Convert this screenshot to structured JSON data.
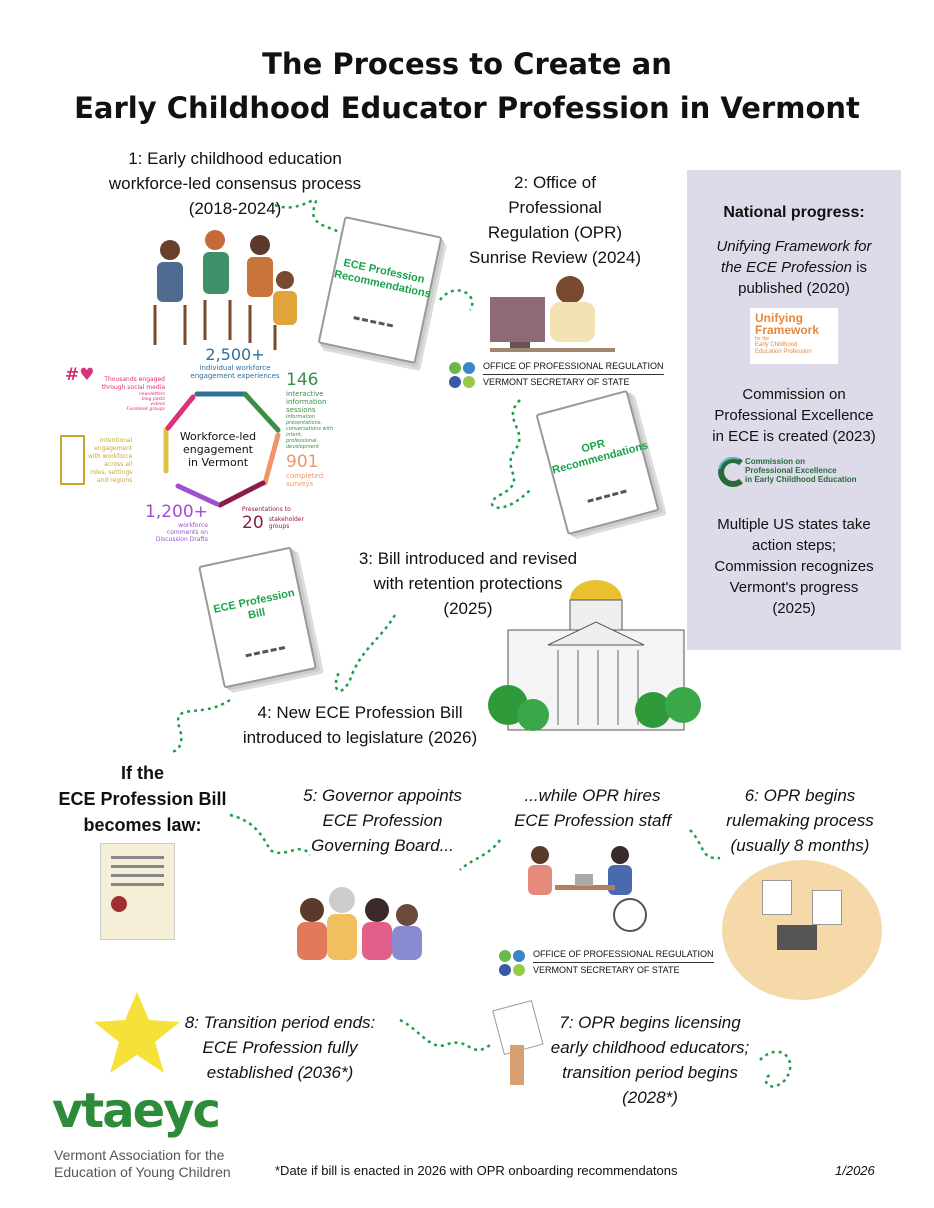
{
  "title": {
    "line1": "The Process to Create an",
    "line2": "Early Childhood Educator Profession in Vermont"
  },
  "steps": {
    "s1": [
      "1: Early childhood education",
      "workforce-led consensus process",
      "(2018-2024)"
    ],
    "s2": [
      "2: Office of",
      "Professional",
      "Regulation (OPR)",
      "Sunrise Review (2024)"
    ],
    "s3": [
      "3: Bill introduced and revised",
      "with retention protections",
      "(2025)"
    ],
    "s4": [
      "4: New ECE Profession Bill",
      "introduced to legislature (2026)"
    ],
    "s5": [
      "5: Governor appoints",
      "ECE Profession",
      "Governing Board..."
    ],
    "s5b": [
      "...while OPR hires",
      "ECE Profession staff"
    ],
    "s6": [
      "6: OPR begins",
      "rulemaking process",
      "(usually 8 months)"
    ],
    "s7": [
      "7: OPR begins licensing",
      "early childhood educators;",
      "transition period begins",
      "(2028*)"
    ],
    "s8": [
      "8: Transition period ends:",
      "ECE Profession fully",
      "established (2036*)"
    ]
  },
  "if_law": [
    "If the",
    "ECE Profession Bill",
    "becomes law:"
  ],
  "docs": {
    "recs": "ECE Profession Recommendations",
    "opr_recs": "OPR Recommendations",
    "bill": "ECE Profession Bill"
  },
  "opr_logo": {
    "line1": "OFFICE OF PROFESSIONAL REGULATION",
    "line2": "VERMONT SECRETARY OF STATE"
  },
  "engagement": {
    "center": [
      "Workforce-led",
      "engagement",
      "in Vermont"
    ],
    "n2500": "2,500+",
    "n2500_label": [
      "individual workforce",
      "engagement experiences"
    ],
    "n146": "146",
    "n146_label": [
      "interactive",
      "information sessions"
    ],
    "n146_sub": [
      "Information presentations,",
      "conversations with intent,",
      "professional development"
    ],
    "n901": "901",
    "n901_label": [
      "completed",
      "surveys"
    ],
    "n20": "20",
    "n20_label": "Presentations to",
    "n20_label2": [
      "stakeholder",
      "groups"
    ],
    "n1200": "1,200+",
    "n1200_label": [
      "workforce",
      "comments on",
      "Discussion Drafts"
    ],
    "vt_label": [
      "Intentional",
      "engagement",
      "with workforce",
      "across all",
      "roles, settings",
      "and regions"
    ],
    "social": [
      "Thousands engaged",
      "through social media"
    ],
    "social_sub": [
      "newsletters",
      "blog posts",
      "videos",
      "Facebook groups"
    ]
  },
  "national": {
    "heading": "National progress:",
    "item1_italic": "Unifying Framework for the ECE Profession",
    "item1_rest": " is published (2020)",
    "uf_logo": [
      "Unifying",
      "Framework",
      "for the",
      "Early Childhood",
      "Education Profession"
    ],
    "item2": [
      "Commission on",
      "Professional Excellence",
      "in ECE is created (2023)"
    ],
    "cpe_logo": [
      "Commission on",
      "Professional Excellence",
      "in Early Childhood Education"
    ],
    "item3": [
      "Multiple US states take",
      "action steps;",
      "Commission recognizes",
      "Vermont's progress",
      "(2025)"
    ]
  },
  "footer": {
    "logo": "vtaeyc",
    "org": [
      "Vermont Association for the",
      "Education of Young Children"
    ],
    "note": "*Date if bill is enacted in 2026 with OPR onboarding recommendatons",
    "date": "1/2026"
  },
  "colors": {
    "green_dots": "#1e9e4a",
    "panel": "#dddbe9",
    "logo_green": "#2e8b3a"
  }
}
